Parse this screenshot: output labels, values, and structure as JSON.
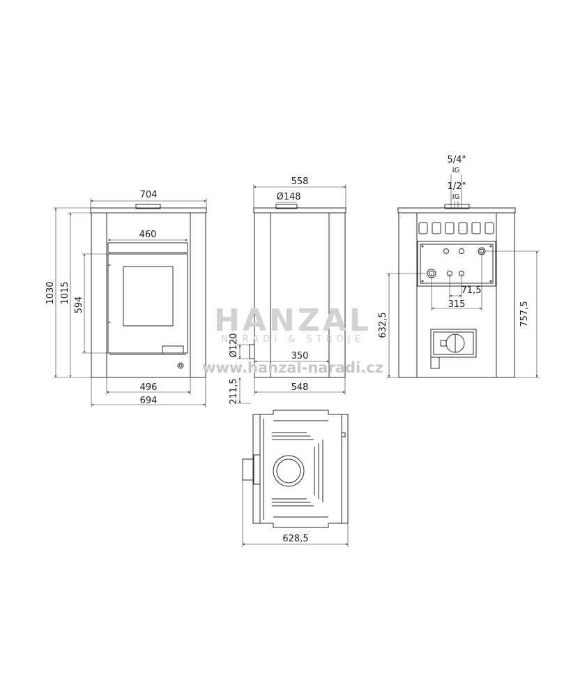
{
  "watermark": {
    "brand": "HANZAL",
    "tagline": "NÁŘADÍ & STROJE",
    "url": "www.hanzal-naradi.cz"
  },
  "dimensions": {
    "front_top_width": "704",
    "front_total_height": "1030",
    "front_body_height": "1015",
    "front_door_height": "594",
    "front_door_width": "460",
    "front_base_width": "496",
    "front_overall_width": "694",
    "side_top_depth": "558",
    "side_flue_diameter": "Ø148",
    "side_inlet_diameter": "Ø120",
    "side_inlet_offset": "350",
    "side_inlet_height": "211,5",
    "side_base_depth": "548",
    "rear_pipe_upper": "5/4\"",
    "rear_pipe_upper_thread": "IG",
    "rear_pipe_lower": "1/2\"",
    "rear_pipe_lower_thread": "IG",
    "rear_spacing_small": "71,5",
    "rear_spacing_wide": "315",
    "rear_height_lower": "632,5",
    "rear_height_upper": "757,5",
    "plan_width": "628,5"
  },
  "colors": {
    "line": "#2a2a2a",
    "watermark": "#d0d0d0"
  }
}
